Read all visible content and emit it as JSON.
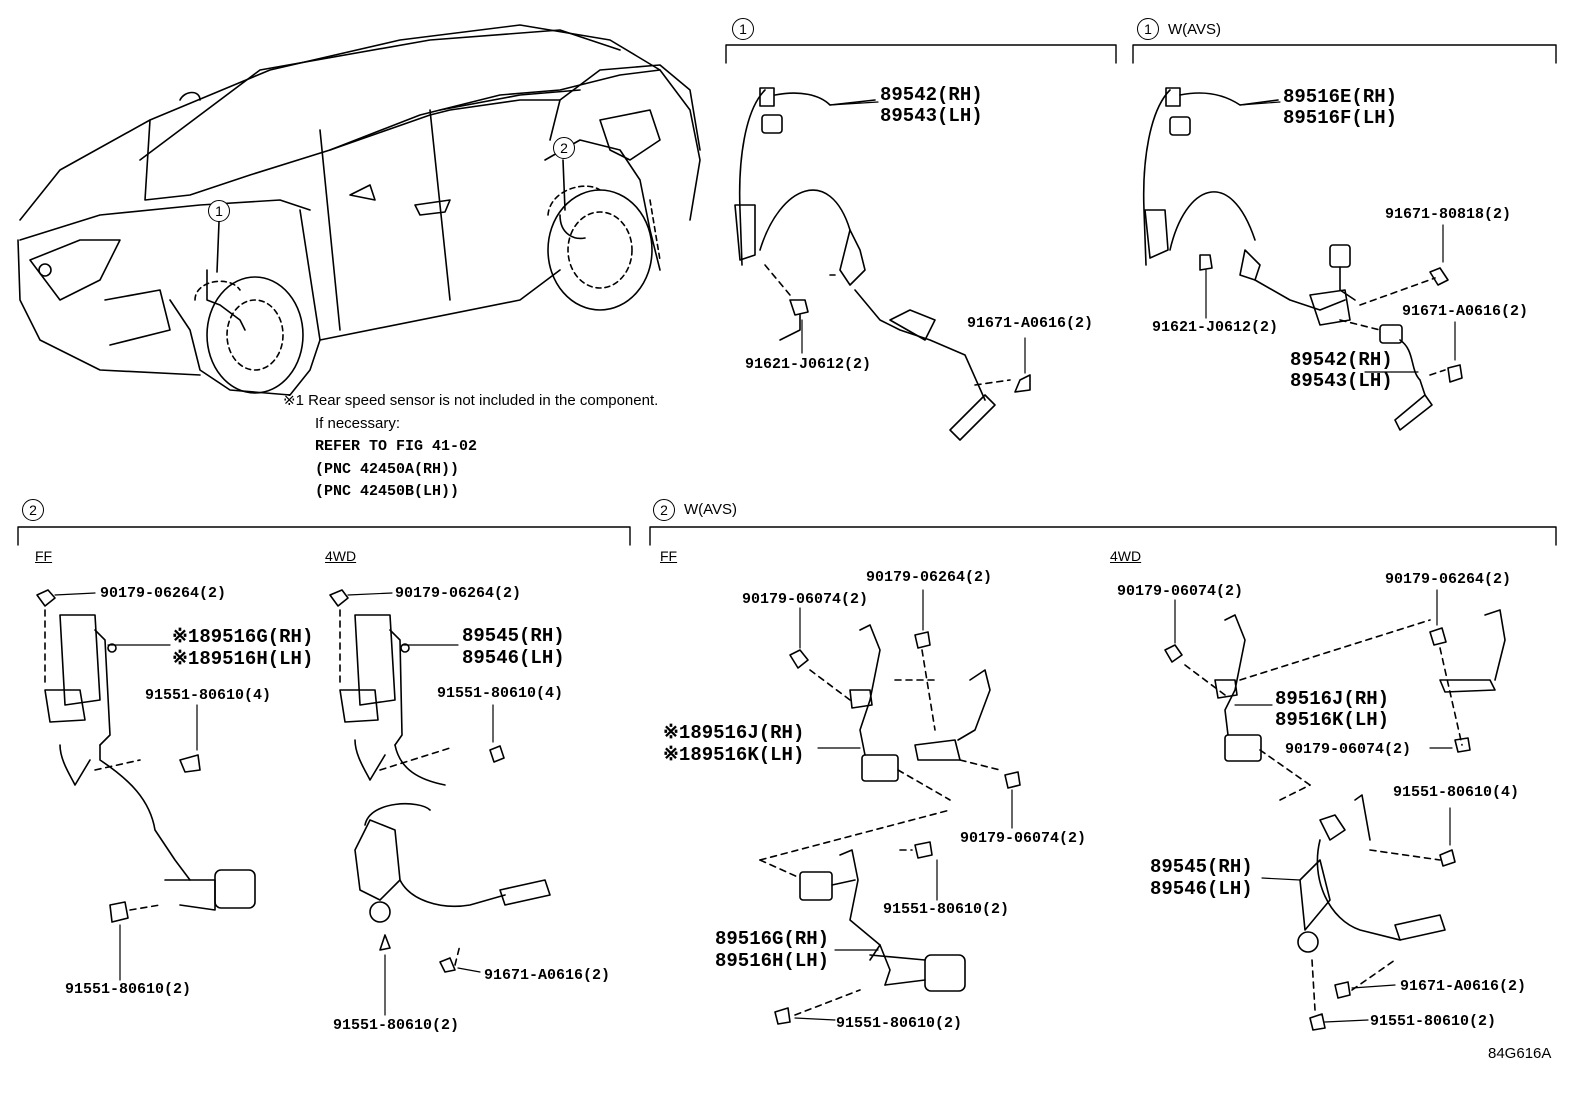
{
  "callouts": {
    "c1": "1",
    "c2": "2"
  },
  "sections": {
    "s1": {
      "num": "1",
      "title": ""
    },
    "s1avs": {
      "num": "1",
      "title": "W(AVS)"
    },
    "s2": {
      "num": "2",
      "title": ""
    },
    "s2avs": {
      "num": "2",
      "title": "W(AVS)"
    }
  },
  "subs": {
    "ff": "FF",
    "wd4": "4WD",
    "ff2": "FF",
    "wd4b": "4WD"
  },
  "note": {
    "line1": "※1 Rear speed sensor is not included in the component.",
    "line2": "If necessary:",
    "line3": "REFER TO FIG 41-02",
    "line4": "(PNC 42450A(RH))",
    "line5": "(PNC 42450B(LH))"
  },
  "parts": {
    "s1_a1": "89542(RH)",
    "s1_a2": "89543(LH)",
    "s1_b": "91621-J0612(2)",
    "s1_c": "91671-A0616(2)",
    "s1v_a1": "89516E(RH)",
    "s1v_a2": "89516F(LH)",
    "s1v_b": "91671-80818(2)",
    "s1v_c": "91621-J0612(2)",
    "s1v_d": "91671-A0616(2)",
    "s1v_e1": "89542(RH)",
    "s1v_e2": "89543(LH)",
    "s2ff_a": "90179-06264(2)",
    "s2ff_b1": "※189516G(RH)",
    "s2ff_b2": "※189516H(LH)",
    "s2ff_c": "91551-80610(4)",
    "s2ff_d": "91551-80610(2)",
    "s24_a": "90179-06264(2)",
    "s24_b1": "89545(RH)",
    "s24_b2": "89546(LH)",
    "s24_c": "91551-80610(4)",
    "s24_d": "91671-A0616(2)",
    "s24_e": "91551-80610(2)",
    "v2ff_a": "90179-06264(2)",
    "v2ff_b": "90179-06074(2)",
    "v2ff_c1": "※189516J(RH)",
    "v2ff_c2": "※189516K(LH)",
    "v2ff_d": "90179-06074(2)",
    "v2ff_e": "91551-80610(2)",
    "v2ff_f1": "89516G(RH)",
    "v2ff_f2": "89516H(LH)",
    "v2ff_g": "91551-80610(2)",
    "v24_a": "90179-06074(2)",
    "v24_b": "90179-06264(2)",
    "v24_c1": "89516J(RH)",
    "v24_c2": "89516K(LH)",
    "v24_d": "90179-06074(2)",
    "v24_e": "91551-80610(4)",
    "v24_f1": "89545(RH)",
    "v24_f2": "89546(LH)",
    "v24_g": "91671-A0616(2)",
    "v24_h": "91551-80610(2)"
  },
  "figure_id": "84G616A"
}
